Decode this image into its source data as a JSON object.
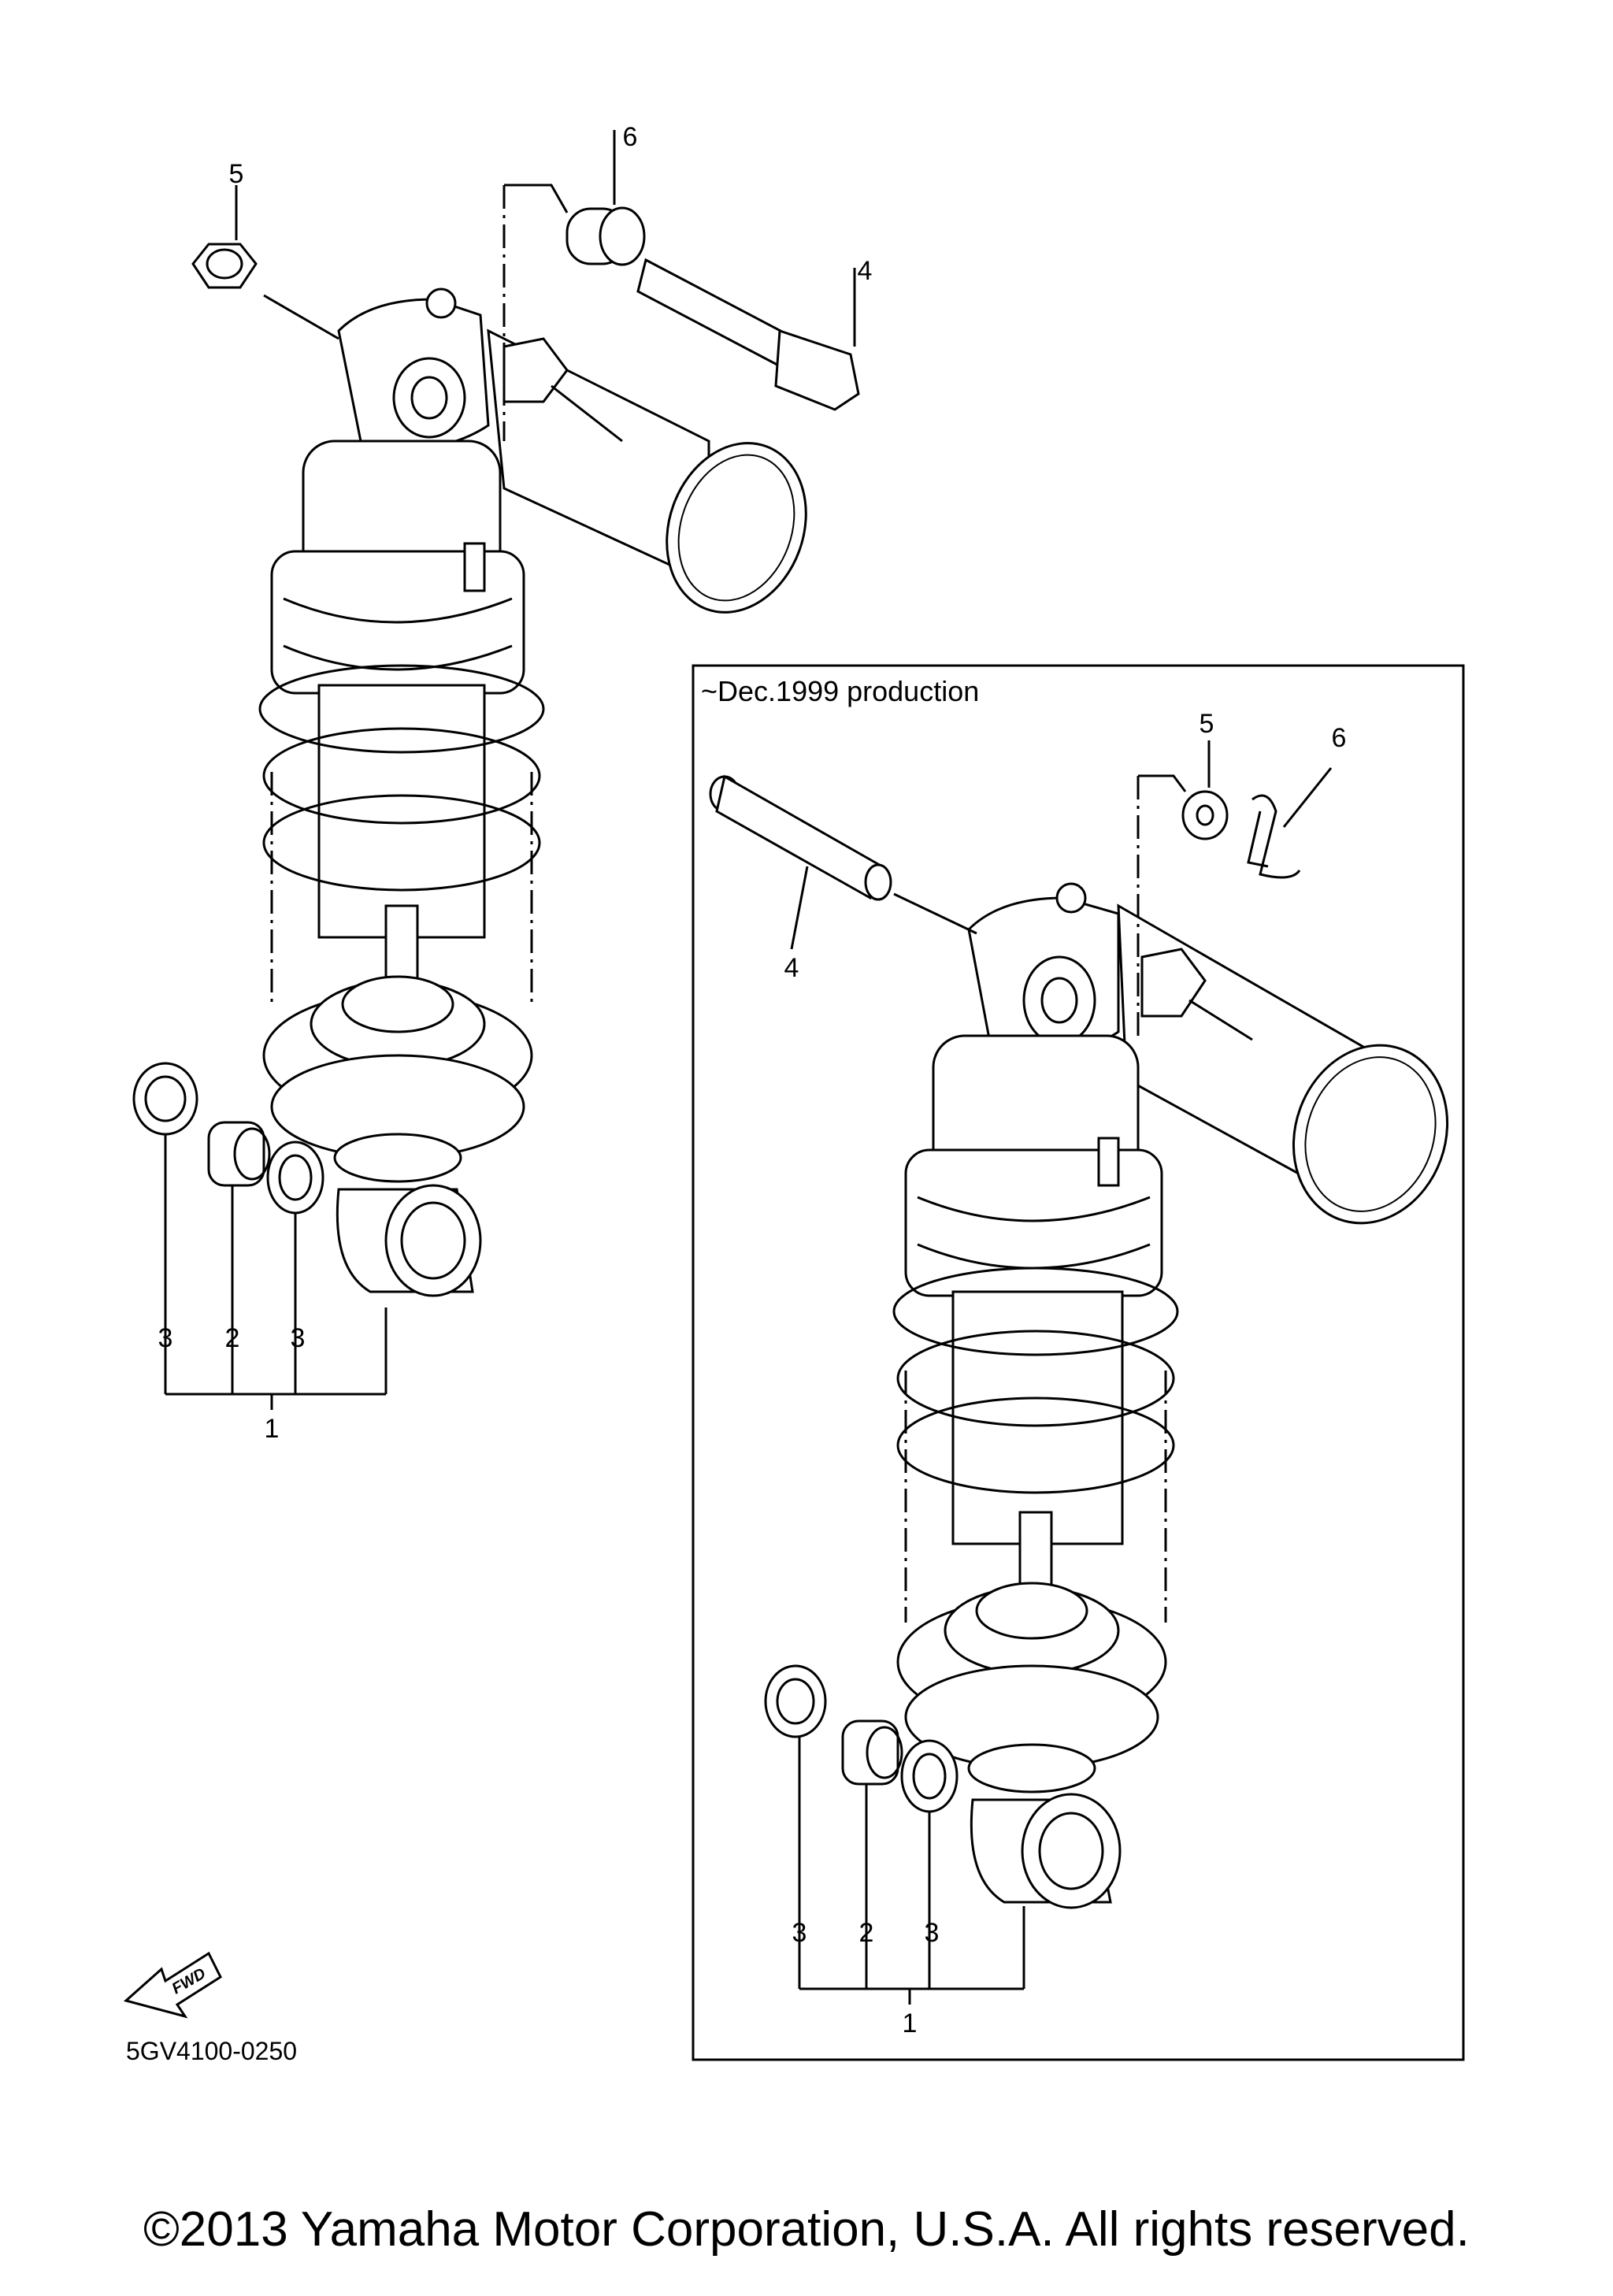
{
  "diagram": {
    "callouts_left": {
      "c5": "5",
      "c6": "6",
      "c4": "4",
      "c3a": "3",
      "c2": "2",
      "c3b": "3",
      "c1": "1"
    },
    "inset": {
      "note": "~Dec.1999 production",
      "c5": "5",
      "c6": "6",
      "c4": "4",
      "c3a": "3",
      "c2": "2",
      "c3b": "3",
      "c1": "1"
    },
    "fwd_label": "FWD",
    "diagram_code": "5GV4100-0250"
  },
  "footer": {
    "copyright": "©2013 Yamaha Motor Corporation, U.S.A. All rights reserved."
  }
}
